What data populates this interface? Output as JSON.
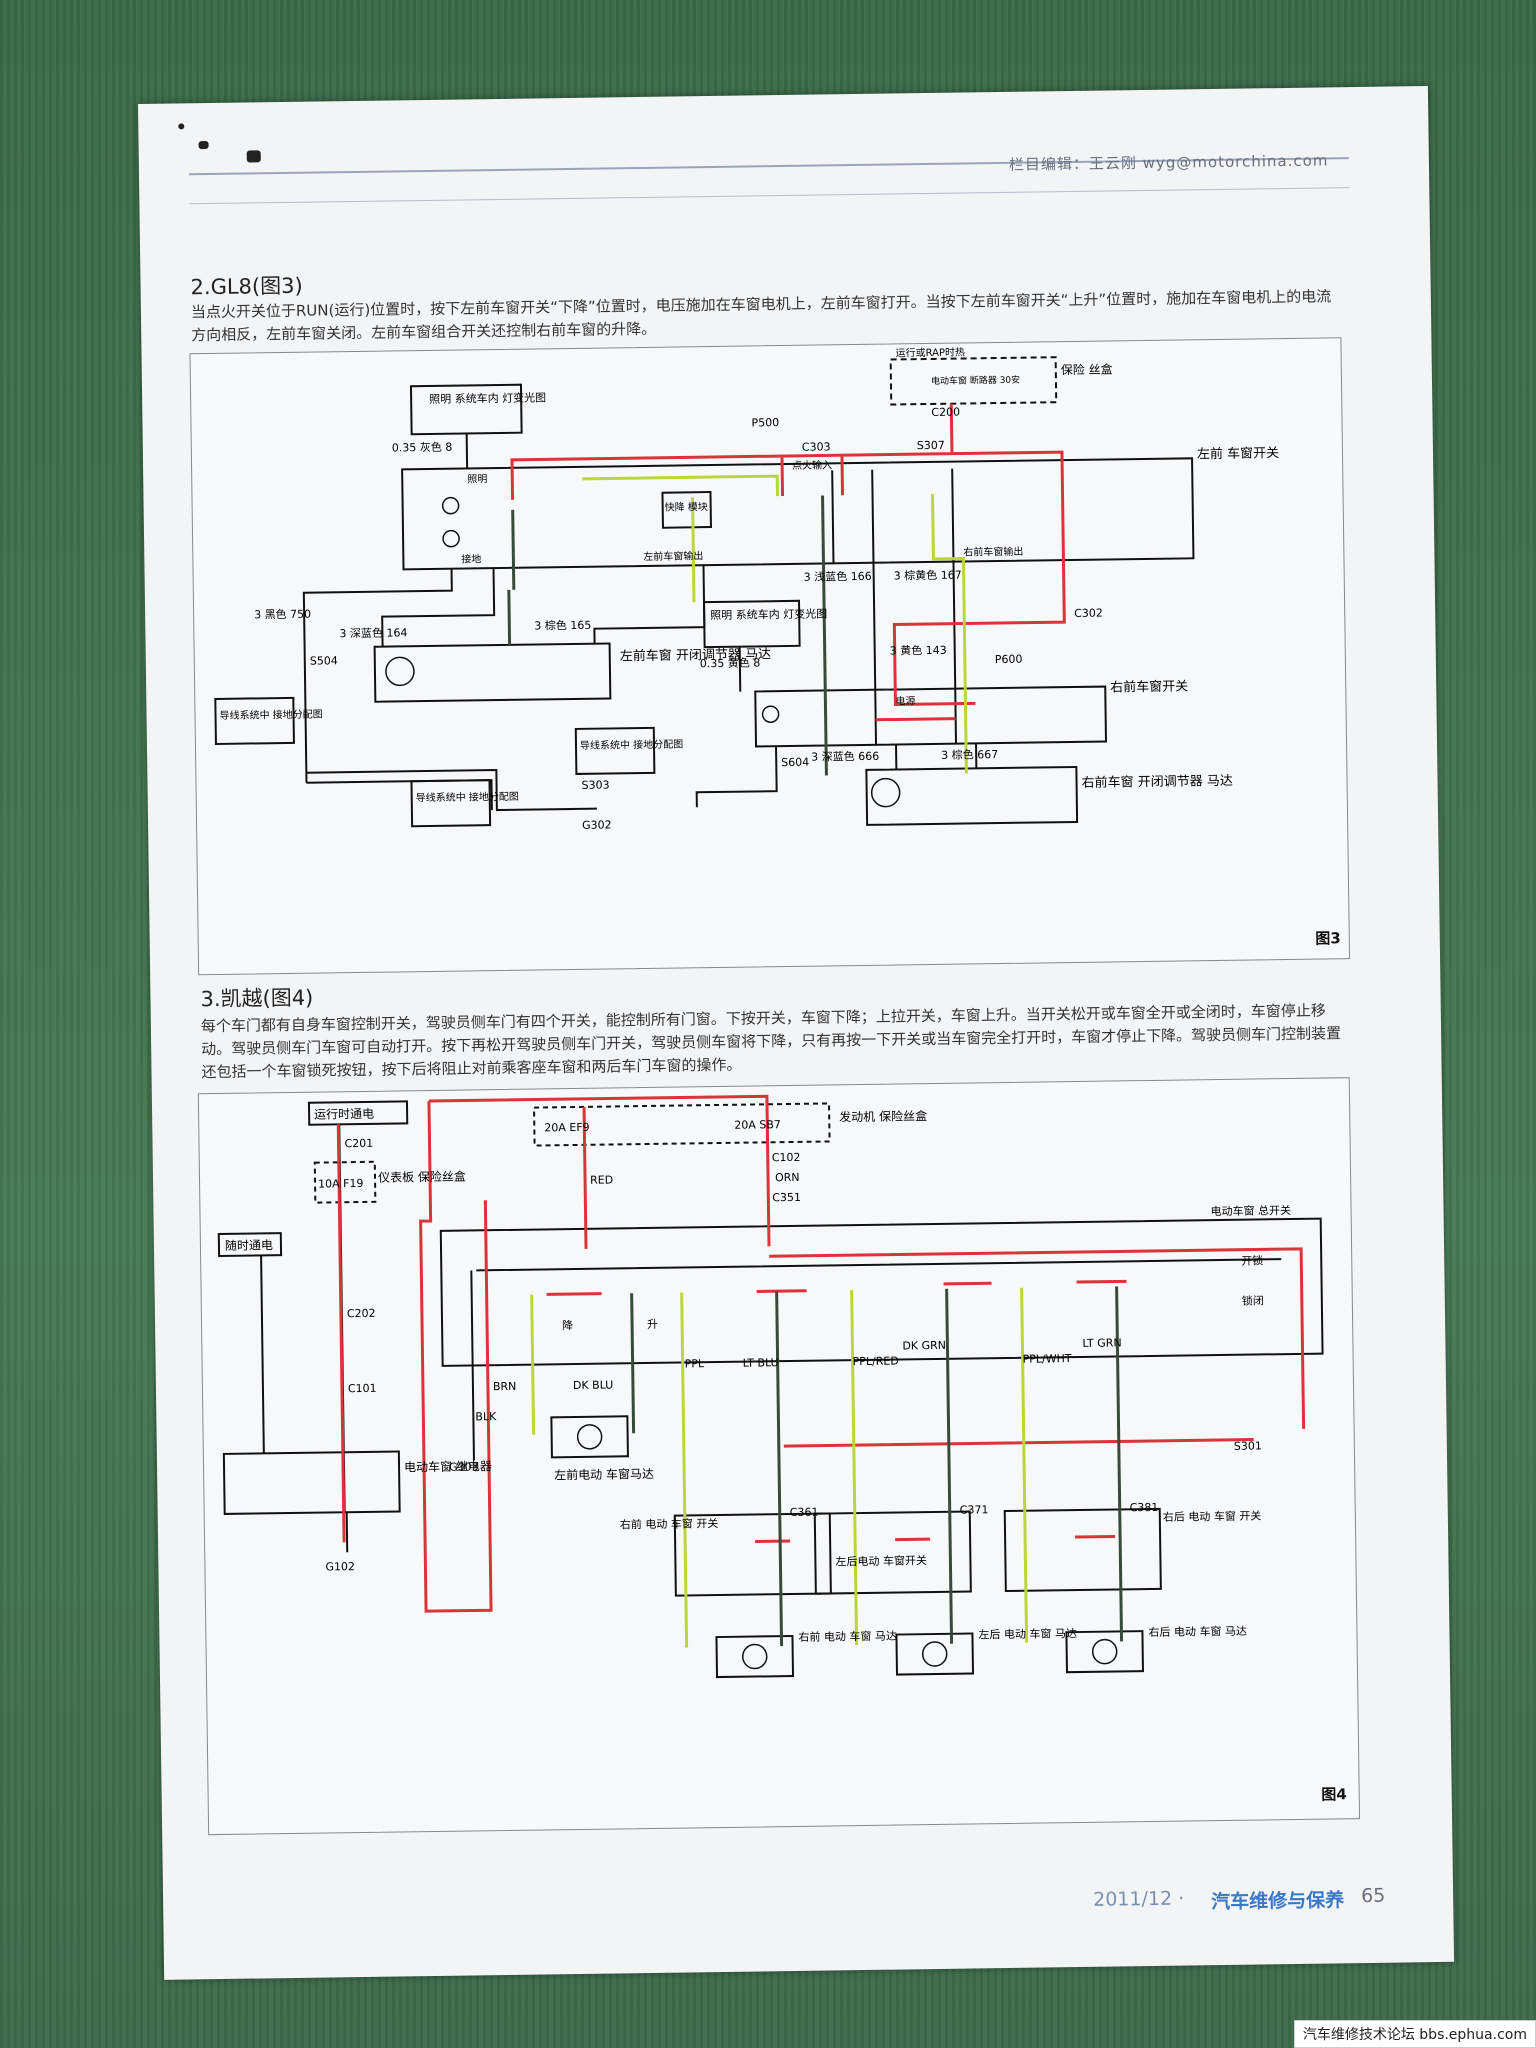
{
  "header": {
    "editor": "栏目编辑：王云刚   wyg@motorchina.com"
  },
  "section2": {
    "title": "2.GL8(图3)",
    "paragraph": "当点火开关位于RUN(运行)位置时，按下左前车窗开关“下降”位置时，电压施加在车窗电机上，左前车窗打开。当按下左前车窗开关“上升”位置时，施加在车窗电机上的电流方向相反，左前车窗关闭。左前车窗组合开关还控制右前车窗的升降。",
    "fig_label": "图3",
    "labels": {
      "lamp1": "照明 系统车内 灯变光图",
      "lamp2": "照明 系统车内 灯变光图",
      "ground1": "导线系统中 接地分配图",
      "ground2": "导线系统中 接地分配图",
      "ground3": "导线系统中 接地分配图",
      "fuse": "保险 丝盒",
      "fuse_run": "运行或RAP时热",
      "fuse_inner": "电动车窗 断路器 30安",
      "lf_switch": "左前 车窗开关",
      "rf_switch": "右前车窗开关",
      "lf_motor": "左前车窗 开闭调节器 马达",
      "rf_motor": "右前车窗 开闭调节器 马达",
      "express": "快降 模块",
      "lf_out": "左前车窗输出",
      "rf_out": "右前车窗输出",
      "ign": "点火输入",
      "illum": "照明",
      "ground": "接地",
      "power": "电源",
      "w_gray": "0.35 灰色 8",
      "w_orange": "0.35 黄色 8",
      "w_black750": "3 黑色 750",
      "w_dkblue164": "3 深蓝色 164",
      "w_brown165": "3 棕色 165",
      "w_ltblue166": "3 浅蓝色 166",
      "w_tan167": "3 棕黄色 167",
      "w_yel143": "3 黄色 143",
      "w_dkblue666": "3 深蓝色 666",
      "w_brown667": "3 棕色 667",
      "c_p500": "P500",
      "c_c303": "C303",
      "c_s307": "S307",
      "c_c200": "C200",
      "c_c302": "C302",
      "c_p600": "P600",
      "c_s504": "S504",
      "c_s303": "S303",
      "c_s604": "S604",
      "c_g302": "G302"
    }
  },
  "section3": {
    "title": "3.凯越(图4)",
    "paragraph": "每个车门都有自身车窗控制开关，驾驶员侧车门有四个开关，能控制所有门窗。下按开关，车窗下降；上拉开关，车窗上升。当开关松开或车窗全开或全闭时，车窗停止移动。驾驶员侧车门车窗可自动打开。按下再松开驾驶员侧车门开关，驾驶员侧车窗将下降，只有再按一下开关或当车窗完全打开时，车窗才停止下降。驾驶员侧车门控制装置还包括一个车窗锁死按钮，按下后将阻止对前乘客座车窗和两后车门车窗的操作。",
    "fig_label": "图4",
    "labels": {
      "run_power": "运行时通电",
      "always_power": "随时通电",
      "ip_fuse": "仪表板 保险丝盒",
      "engine_fuse": "发动机 保险丝盒",
      "master_switch": "电动车窗 总开关",
      "relay": "电动车窗 继电器",
      "lf_motor": "左前电动 车窗马达",
      "rf_switch": "右前 电动 车窗 开关",
      "lr_switch": "左后电动 车窗开关",
      "rr_switch": "右后 电动 车窗 开关",
      "rf_motor": "右前 电动 车窗 马达",
      "lr_motor": "左后 电动 车窗 马达",
      "rr_motor": "右后 电动 车窗 马达",
      "unlock": "开锁",
      "lock": "锁闭",
      "down": "降",
      "up": "升",
      "f19": "10A F19",
      "ef9": "20A EF9",
      "sb7": "20A SB7",
      "c201": "C201",
      "c202": "C202",
      "c101": "C101",
      "c102": "C102",
      "c351": "C351",
      "c361": "C361",
      "c371": "C371",
      "c381": "C381",
      "s301": "S301",
      "g303": "G303",
      "g102": "G102",
      "red": "RED",
      "orn": "ORN",
      "blk": "BLK",
      "brn": "BRN",
      "dkblu": "DK BLU",
      "ppl": "PPL",
      "ltblu": "LT BLU",
      "dkgrn": "DK GRN",
      "pplred": "PPL/RED",
      "pplwht": "PPL/WHT",
      "ltgrn": "LT GRN"
    }
  },
  "footer": {
    "date": "2011/12 ·",
    "magazine": "汽车维修与保养",
    "page": "65"
  },
  "watermark": "汽车维修技术论坛 bbs.ephua.com",
  "colors": {
    "power_red": "#d9343a",
    "down_green": "#b9d63a",
    "up_dark": "#3a4a3a",
    "paper": "#f3f4f6"
  }
}
